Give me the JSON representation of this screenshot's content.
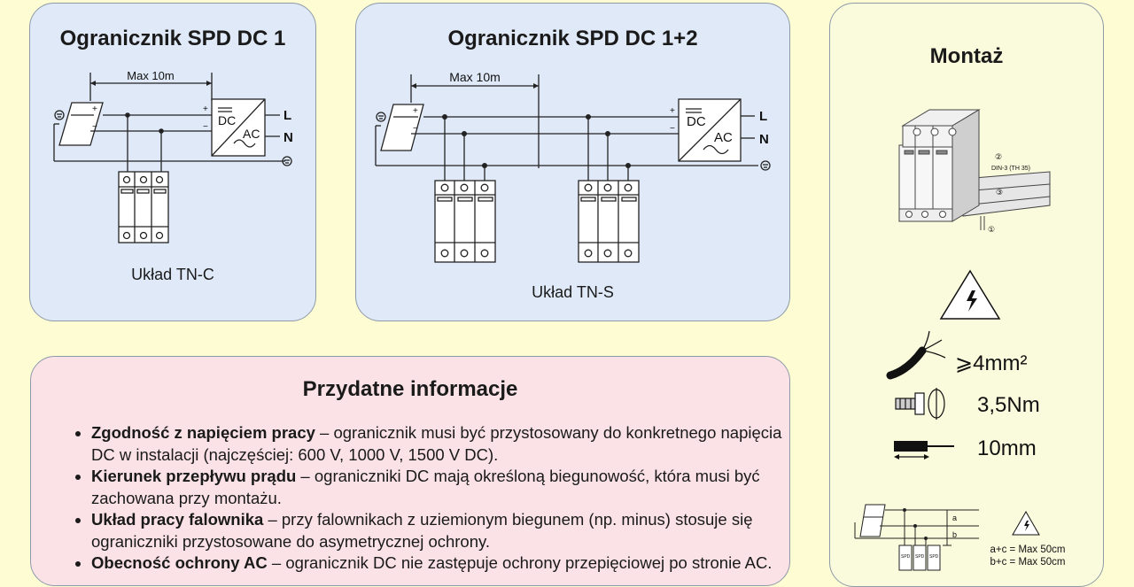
{
  "panel_dc1": {
    "title": "Ogranicznik SPD DC 1",
    "distance_label": "Max 10m",
    "dc_label": "DC",
    "ac_label": "AC",
    "plus": "+",
    "minus": "−",
    "l_label": "L",
    "n_label": "N",
    "caption": "Układ TN-C"
  },
  "panel_dc12": {
    "title": "Ogranicznik SPD DC 1+2",
    "distance_label": "Max 10m",
    "dc_label": "DC",
    "ac_label": "AC",
    "plus": "+",
    "minus": "−",
    "l_label": "L",
    "n_label": "N",
    "caption": "Układ TN-S"
  },
  "info": {
    "title": "Przydatne informacje",
    "items": [
      {
        "term": "Zgodność z napięciem pracy",
        "text": " – ogranicznik musi być przystosowany do konkretnego napięcia DC w instalacji (najczęściej: 600 V, 1000 V, 1500 V DC)."
      },
      {
        "term": "Kierunek przepływu prądu",
        "text": " – ograniczniki DC mają określoną biegunowość, która musi być zachowana przy montażu."
      },
      {
        "term": "Układ pracy falownika",
        "text": " – przy falownikach z uziemionym biegunem (np. minus) stosuje się ograniczniki przystosowane do asymetrycznej ochrony."
      },
      {
        "term": "Obecność ochrony AC",
        "text": " – ogranicznik DC nie zastępuje ochrony przepięciowej po stronie AC."
      }
    ]
  },
  "mounting": {
    "title": "Montaż",
    "rail_label": "DIN-3 (TH 35)",
    "step1": "①",
    "step2": "②",
    "step3": "③",
    "cable": "⩾4mm²",
    "torque": "3,5Nm",
    "strip": "10mm",
    "dist_a": "a",
    "dist_b": "b",
    "spd": "SPD",
    "rule_ac": "a+c = Max 50cm",
    "rule_bc": "b+c = Max 50cm"
  }
}
